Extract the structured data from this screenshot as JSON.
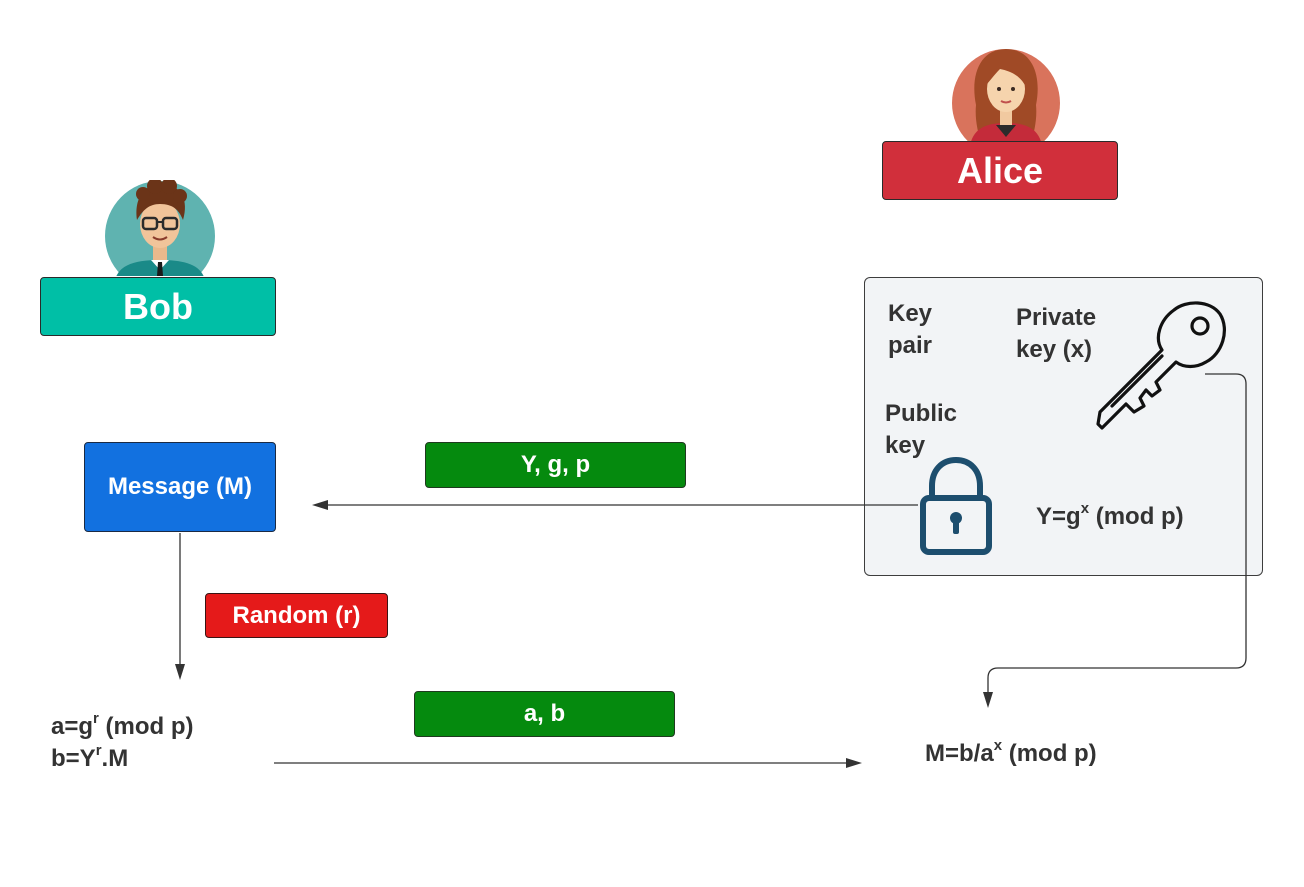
{
  "alice": {
    "name": "Alice"
  },
  "bob": {
    "name": "Bob"
  },
  "bob_side": {
    "message_label": "Message (M)",
    "random_label": "Random (r)",
    "a_eq": "a=g",
    "a_sup": "r",
    "a_rest": " (mod p)",
    "b_eq": "b=Y",
    "b_sup": "r",
    "b_rest": ".M"
  },
  "transfer": {
    "public_params": "Y, g, p",
    "ciphertext": "a, b"
  },
  "keypair": {
    "title_line1": "Key",
    "title_line2": "pair",
    "private_line1": "Private",
    "private_line2": "key (x)",
    "public_line1": "Public",
    "public_line2": "key",
    "y_eq": "Y=g",
    "y_sup": "x",
    "y_rest": " (mod p)"
  },
  "decrypt": {
    "m_eq": "M=b/a",
    "m_sup": "x",
    "m_rest": " (mod p)"
  },
  "colors": {
    "alice_red": "#d12f3b",
    "bob_teal": "#00bfa6",
    "message_blue": "#1271e0",
    "transfer_green": "#058a0e",
    "random_red": "#e51a1a",
    "lock_blue": "#1d4e6e"
  },
  "icons": [
    "alice-avatar-icon",
    "bob-avatar-icon",
    "key-icon",
    "padlock-icon"
  ]
}
